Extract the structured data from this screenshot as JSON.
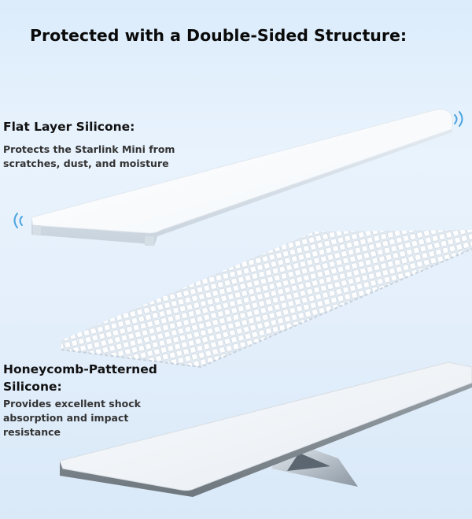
{
  "title": "Protected with a Double-Sided Structure:",
  "flat_layer": {
    "heading": "Flat Layer Silicone:",
    "description": "Protects the Starlink Mini from scratches, dust, and moisture"
  },
  "honeycomb_layer": {
    "heading": "Honeycomb-Patterned Silicone:",
    "description": "Provides excellent shock absorption and impact resistance"
  },
  "icons": [
    "signal-waves-icon"
  ],
  "colors": {
    "background": "#e4effb",
    "title_text": "#0a0a0a",
    "accent_waves": "#4aa3e0"
  }
}
